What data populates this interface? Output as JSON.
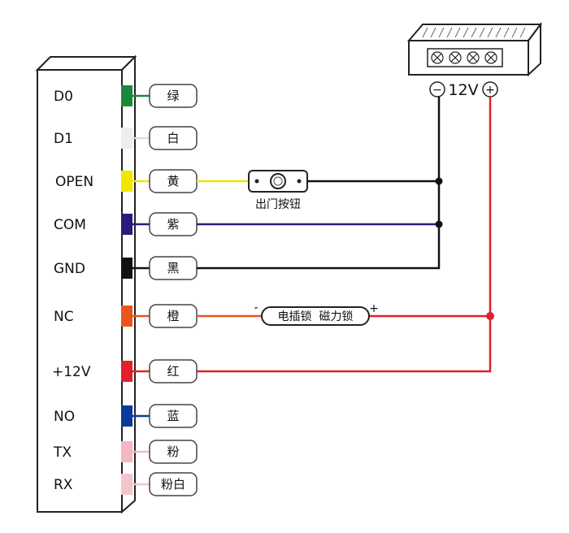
{
  "terminals": [
    {
      "label": "D0",
      "wire_label": "绿",
      "color": "#1a8a3a"
    },
    {
      "label": "D1",
      "wire_label": "白",
      "color": "#eeeeee"
    },
    {
      "label": "OPEN",
      "wire_label": "黄",
      "color": "#f2e600"
    },
    {
      "label": "COM",
      "wire_label": "紫",
      "color": "#2a1a7a"
    },
    {
      "label": "GND",
      "wire_label": "黑",
      "color": "#111111"
    },
    {
      "label": "NC",
      "wire_label": "橙",
      "color": "#e8561c"
    },
    {
      "label": "+12V",
      "wire_label": "红",
      "color": "#e0202a"
    },
    {
      "label": "NO",
      "wire_label": "蓝",
      "color": "#0a3a9a"
    },
    {
      "label": "TX",
      "wire_label": "粉",
      "color": "#f2b8c4"
    },
    {
      "label": "RX",
      "wire_label": "粉白",
      "color": "#f4c4cc"
    }
  ],
  "exit_button": {
    "label": "出门按钮"
  },
  "lock": {
    "label": "电插锁  磁力锁",
    "minus": "-",
    "plus": "+"
  },
  "power_supply": {
    "voltage": "12V",
    "minus": "−",
    "plus": "+"
  },
  "colors": {
    "outline": "#222222",
    "red": "#e0202a",
    "yellow": "#f2e600",
    "purple": "#2a1a7a",
    "orange": "#e8561c",
    "black": "#111111",
    "white": "#ffffff"
  }
}
